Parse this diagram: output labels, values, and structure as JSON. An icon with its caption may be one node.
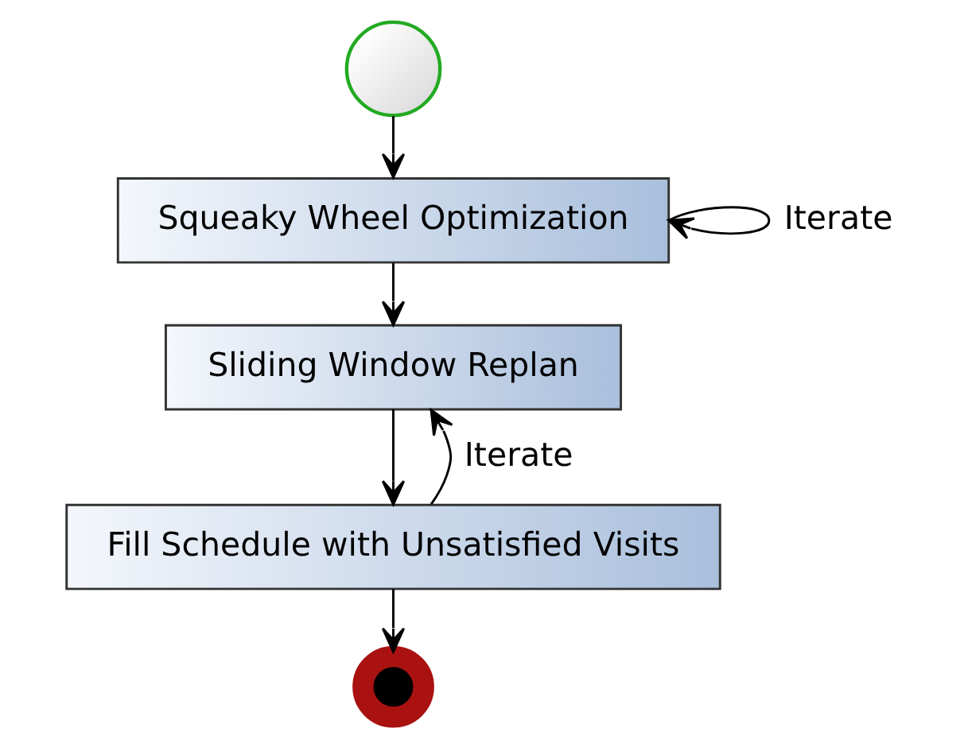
{
  "diagram": {
    "nodes": [
      {
        "text": [],
        "shape": "circle"
      },
      {
        "text": [
          "Squeaky Wheel Optimization"
        ]
      },
      {
        "text": [
          "Sliding Window Replan"
        ]
      },
      {
        "text": [
          "Fill Schedule with Unsatisfied Visits"
        ]
      },
      {
        "text": [],
        "shape": "circle"
      }
    ],
    "edges": [
      {
        "from": 0,
        "to": 1,
        "arrow": "to"
      },
      {
        "from": 1,
        "to": 1,
        "arrow": "to",
        "label": "Iterate"
      },
      {
        "from": 1,
        "to": 2,
        "arrow": "to"
      },
      {
        "from": 2,
        "to": 3,
        "arrow": "to"
      },
      {
        "from": 3,
        "to": 2,
        "arrow": "to",
        "label": "Iterate"
      },
      {
        "from": 3,
        "to": 4,
        "arrow": "to"
      }
    ]
  }
}
